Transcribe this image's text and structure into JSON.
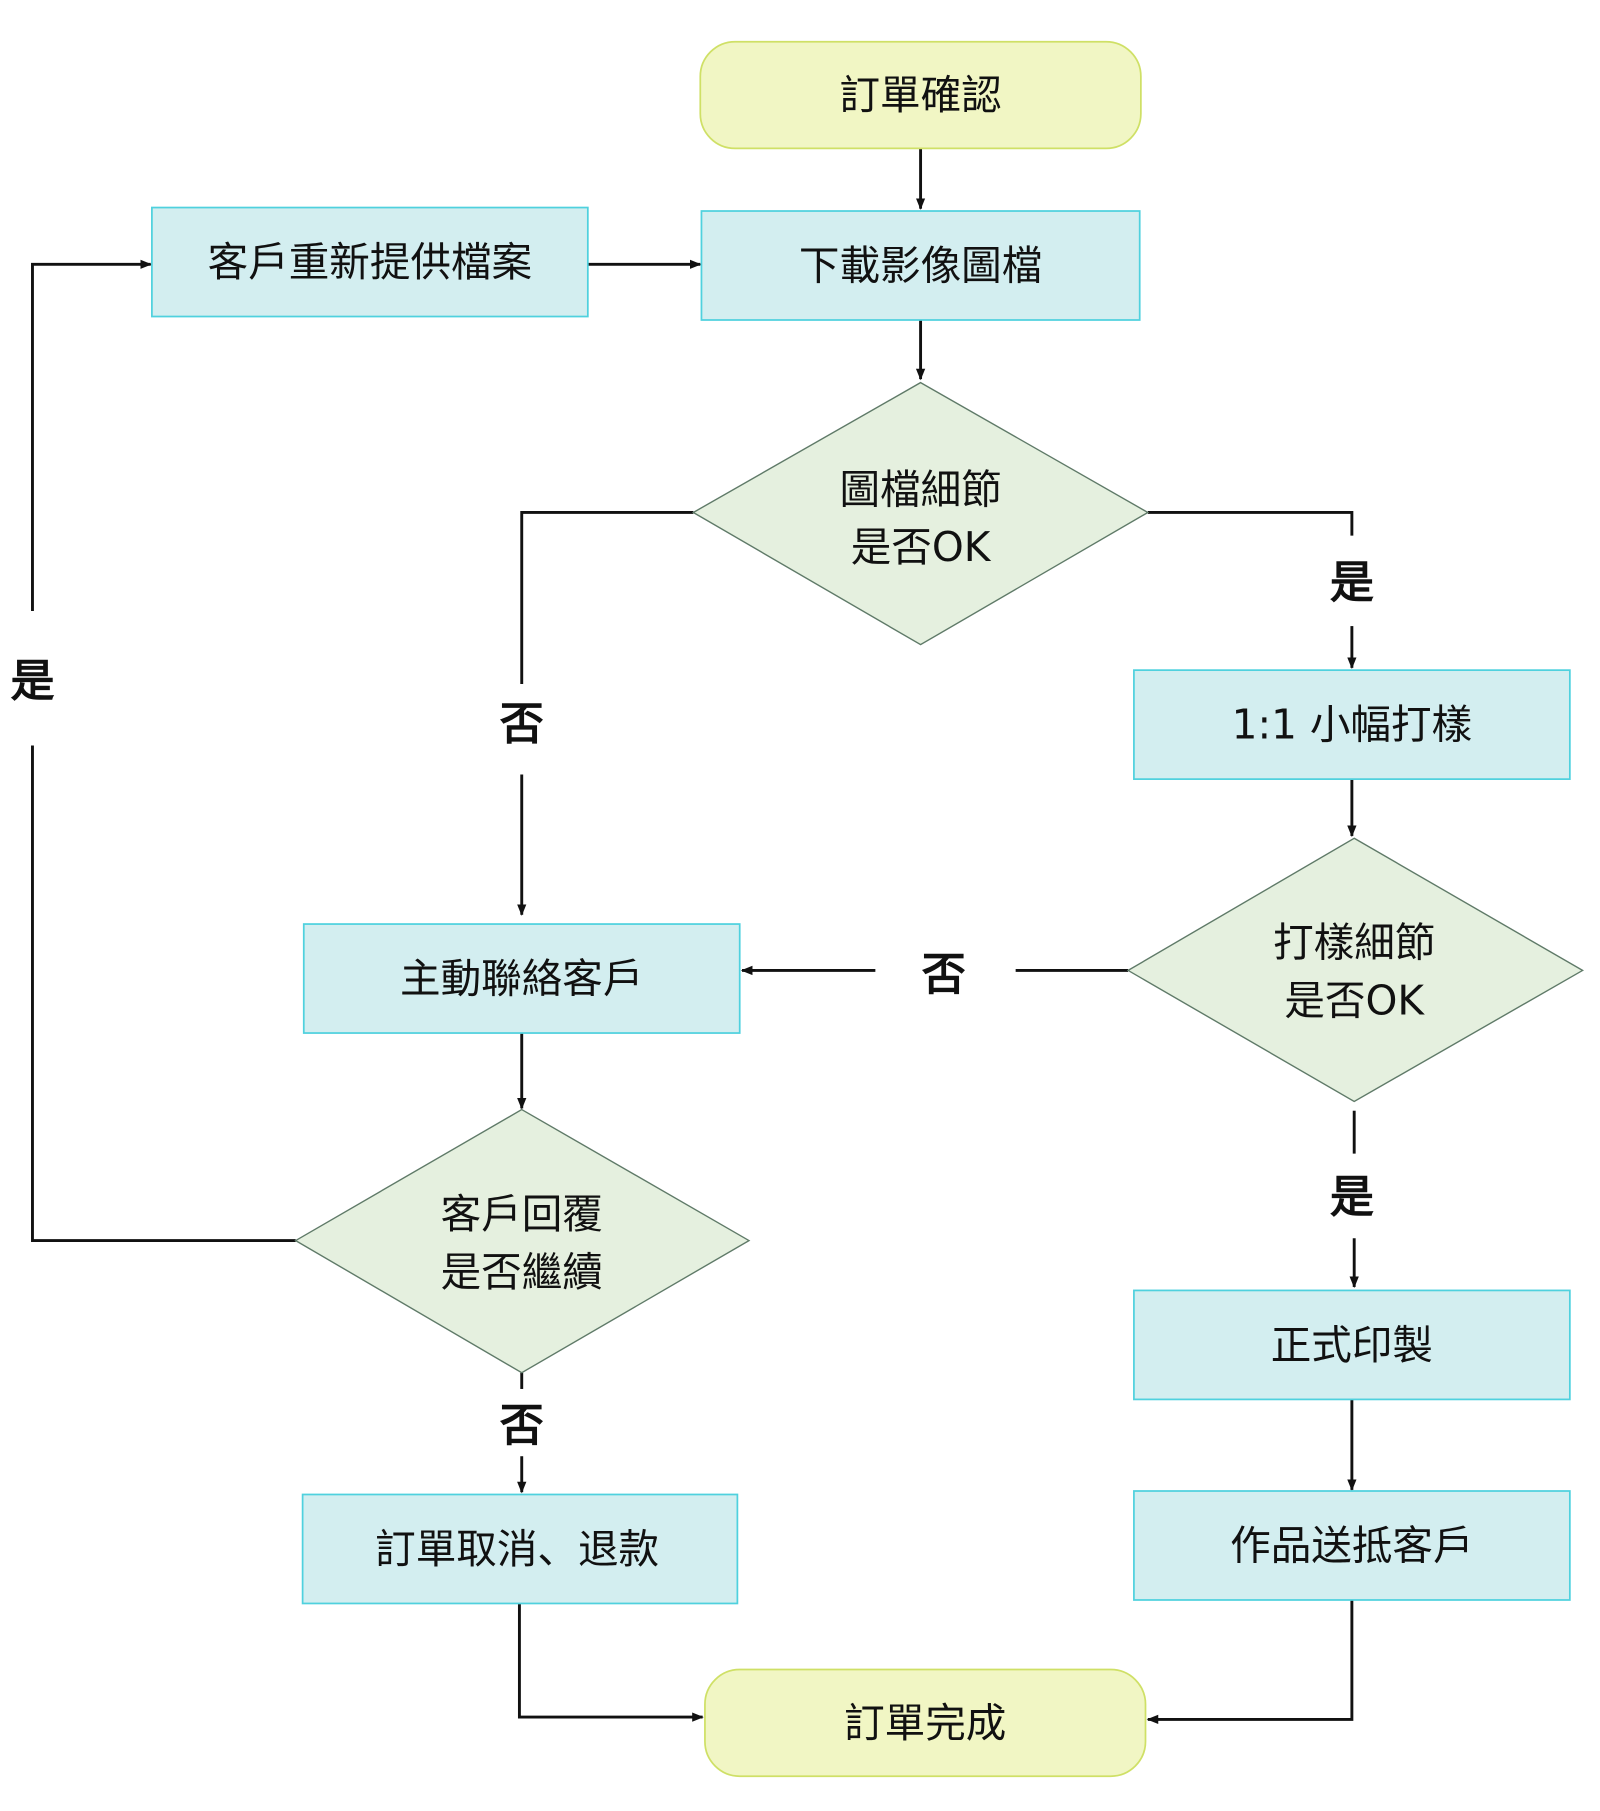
{
  "nodes": {
    "start": "訂單確認",
    "download": "下載影像圖檔",
    "resubmit": "客戶重新提供檔案",
    "check_file": [
      "圖檔細節",
      "是否OK"
    ],
    "proof": "1:1 小幅打樣",
    "check_proof": [
      "打樣細節",
      "是否OK"
    ],
    "contact": "主動聯絡客戶",
    "check_reply": [
      "客戶回覆",
      "是否繼續"
    ],
    "cancel": "訂單取消、退款",
    "print": "正式印製",
    "deliver": "作品送抵客戶",
    "end": "訂單完成"
  },
  "edge_labels": {
    "file_yes": "是",
    "file_no": "否",
    "proof_no": "否",
    "proof_yes": "是",
    "reply_yes": "是",
    "reply_no": "否"
  }
}
